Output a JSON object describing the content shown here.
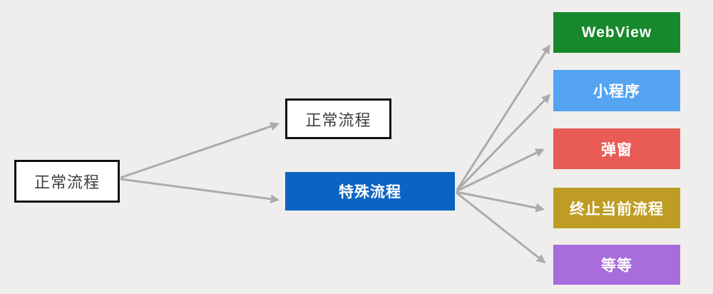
{
  "canvas": {
    "background_color": "#efeeed",
    "arrow_color": "#ababab"
  },
  "nodes": {
    "source": {
      "label": "正常流程",
      "style": "outlined",
      "bg": "#ffffff",
      "border_color": "#111111",
      "text_color": "#3e3e3e"
    },
    "normal": {
      "label": "正常流程",
      "style": "outlined",
      "bg": "#ffffff",
      "border_color": "#111111",
      "text_color": "#3e3e3e"
    },
    "special": {
      "label": "特殊流程",
      "style": "filled",
      "bg": "#0b63c2",
      "text_color": "#ffffff"
    },
    "webview": {
      "label": "WebView",
      "style": "filled",
      "bg": "#17882c",
      "text_color": "#ffffff"
    },
    "miniprogram": {
      "label": "小程序",
      "style": "filled",
      "bg": "#54a4f2",
      "text_color": "#ffffff"
    },
    "popup": {
      "label": "弹窗",
      "style": "filled",
      "bg": "#e95b55",
      "text_color": "#ffffff"
    },
    "terminate": {
      "label": "终止当前流程",
      "style": "filled",
      "bg": "#bf9d25",
      "text_color": "#ffffff"
    },
    "etc": {
      "label": "等等",
      "style": "filled",
      "bg": "#a96cdb",
      "text_color": "#ffffff"
    }
  },
  "edges": [
    {
      "from": "source",
      "to": "normal"
    },
    {
      "from": "source",
      "to": "special"
    },
    {
      "from": "special",
      "to": "webview"
    },
    {
      "from": "special",
      "to": "miniprogram"
    },
    {
      "from": "special",
      "to": "popup"
    },
    {
      "from": "special",
      "to": "terminate"
    },
    {
      "from": "special",
      "to": "etc"
    }
  ]
}
